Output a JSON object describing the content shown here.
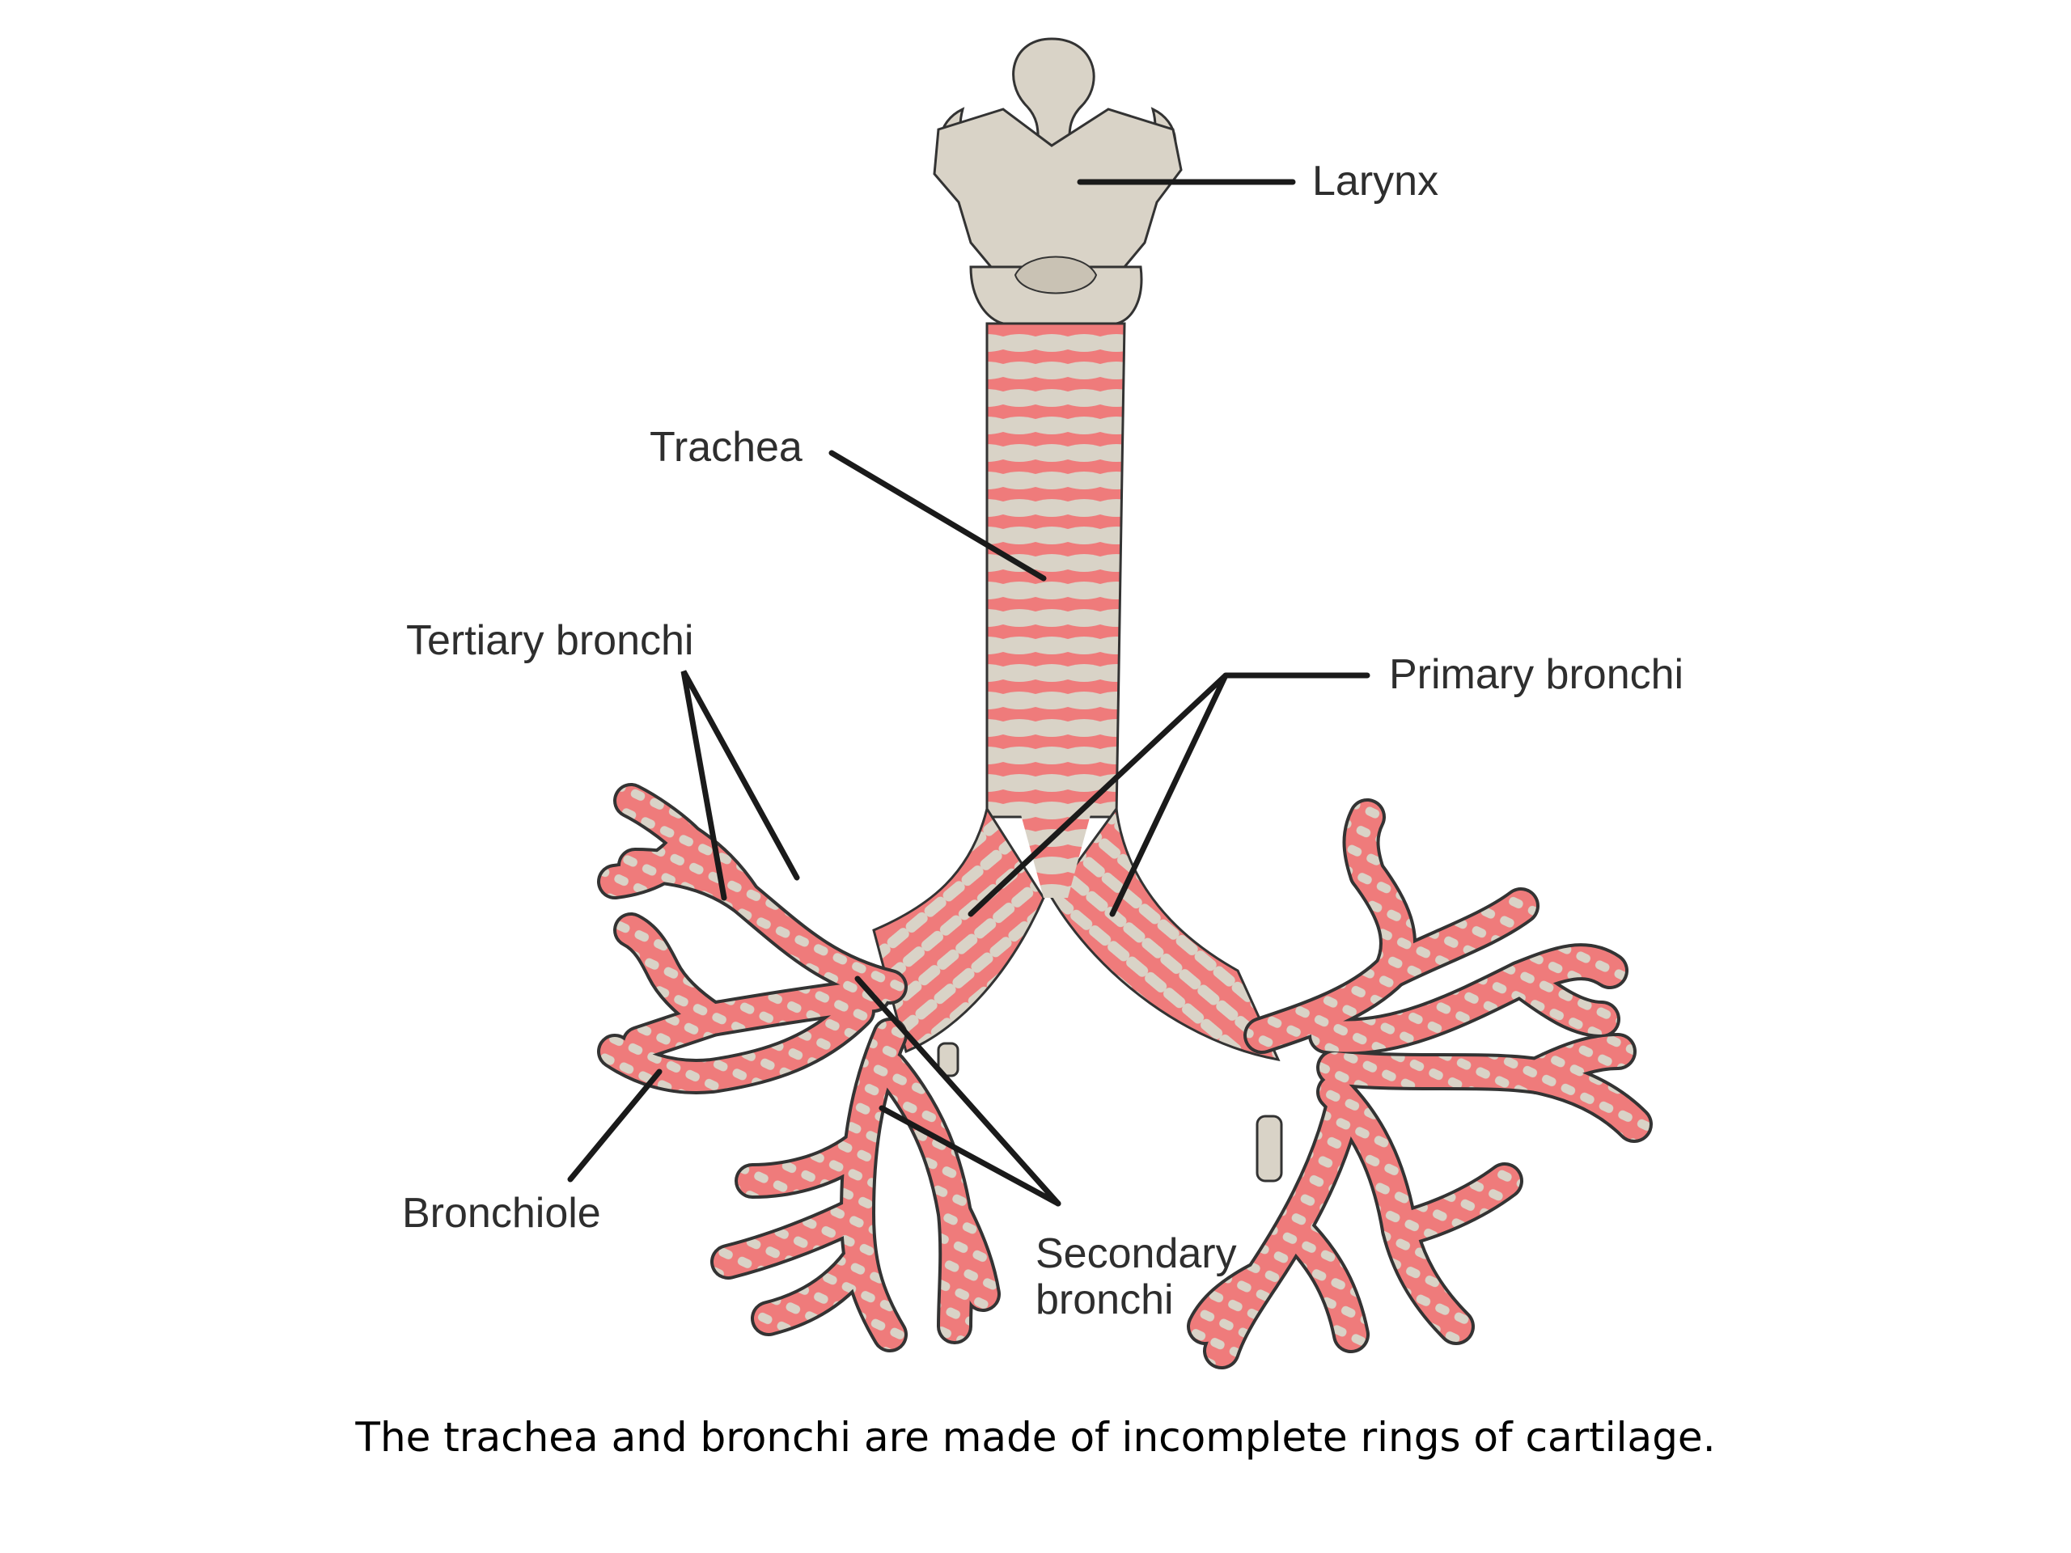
{
  "diagram": {
    "labels": {
      "larynx": "Larynx",
      "trachea": "Trachea",
      "tertiary_bronchi": "Tertiary bronchi",
      "primary_bronchi": "Primary bronchi",
      "bronchiole": "Bronchiole",
      "secondary_bronchi_line1": "Secondary",
      "secondary_bronchi_line2": "bronchi"
    },
    "colors": {
      "cartilage": "#d9d3c7",
      "tissue": "#ef7b7b",
      "outline": "#333333",
      "leader": "#1a1a1a"
    }
  },
  "caption": "The trachea and bronchi are made of incomplete rings of cartilage."
}
